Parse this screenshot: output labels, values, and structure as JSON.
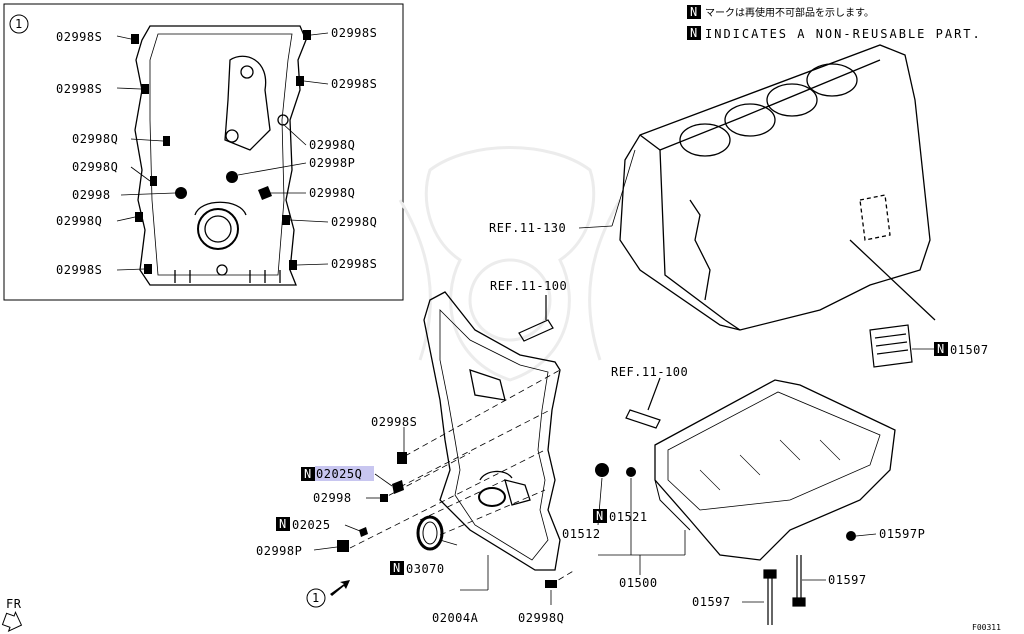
{
  "notes": {
    "badge": "N",
    "japanese": "マークは再使用不可部品を示します。",
    "english": "INDICATES A NON-REUSABLE PART."
  },
  "inset": {
    "callout": "1",
    "left_labels": [
      "02998S",
      "02998S",
      "02998Q",
      "02998Q",
      "02998",
      "02998Q",
      "02998S"
    ],
    "right_labels": [
      "02998S",
      "02998S",
      "02998Q",
      "02998P",
      "02998Q",
      "02998Q",
      "02998S"
    ]
  },
  "main": {
    "refs": [
      "REF.11-130",
      "REF.11-100",
      "REF.11-100"
    ],
    "parts": {
      "p01507": "01507",
      "p02998S": "02998S",
      "p02025Q": "02025Q",
      "p02998": "02998",
      "p02025": "02025",
      "p02998P": "02998P",
      "p03070": "03070",
      "p02004A": "02004A",
      "p02998Q": "02998Q",
      "p01521": "01521",
      "p01512": "01512",
      "p01500": "01500",
      "p01597P": "01597P",
      "p01597a": "01597",
      "p01597b": "01597"
    },
    "callout": "1",
    "fr": "FR",
    "figure_code": "F00311"
  },
  "colors": {
    "highlight": "#c8c6f0",
    "line": "#000000"
  }
}
